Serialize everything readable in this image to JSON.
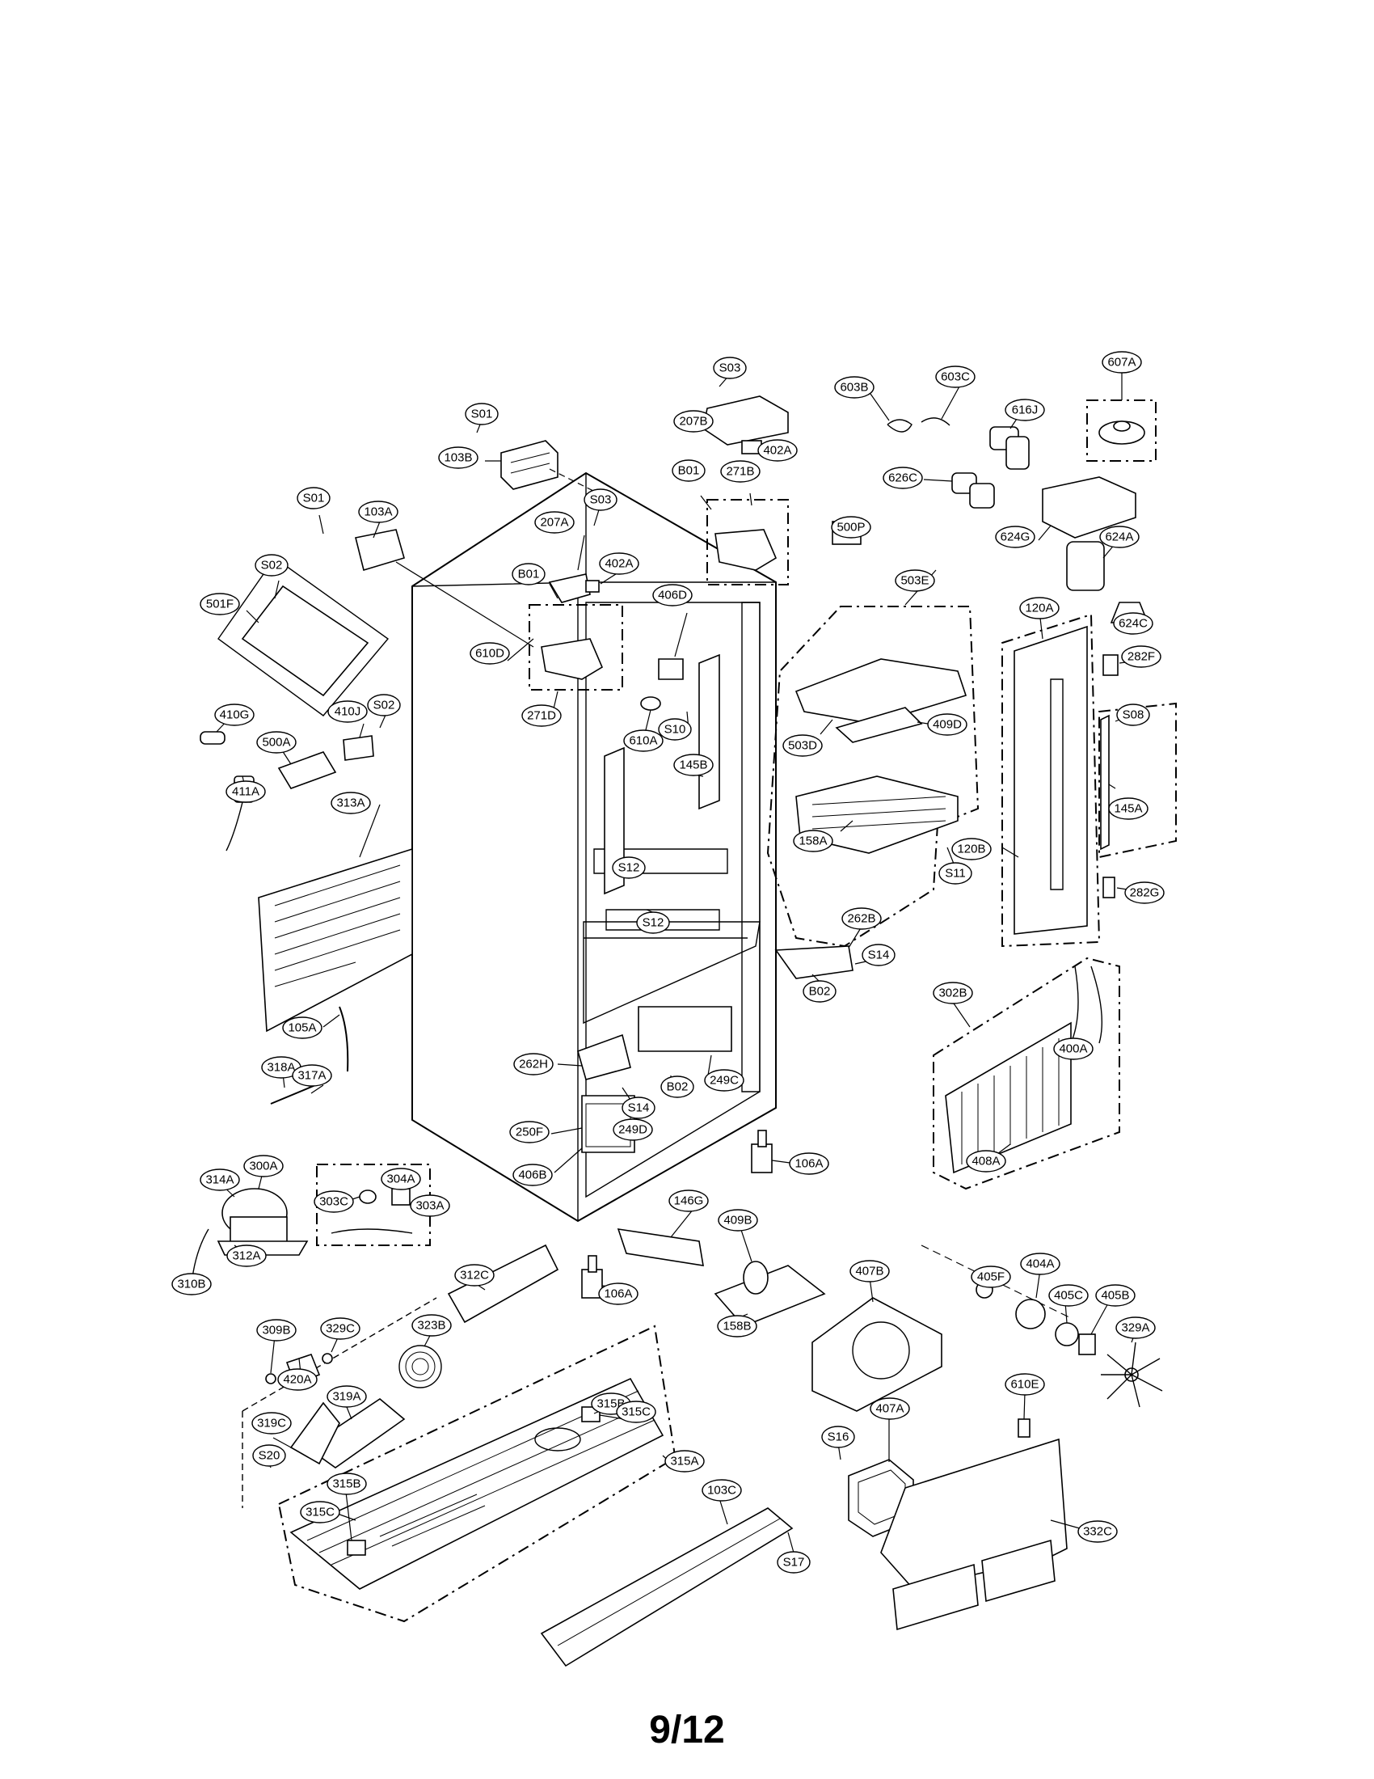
{
  "page_number": "9/12",
  "part_labels": [
    "S01",
    "103B",
    "S03",
    "207B",
    "402A",
    "603B",
    "603C",
    "607A",
    "616J",
    "626C",
    "624G",
    "624A",
    "624C",
    "500P",
    "B01",
    "271B",
    "207A",
    "S03",
    "402A",
    "B01",
    "610D",
    "271D",
    "406D",
    "610A",
    "S10",
    "145B",
    "S12",
    "S12",
    "S01",
    "103A",
    "S02",
    "501F",
    "410G",
    "410J",
    "S02",
    "500A",
    "411A",
    "313A",
    "105A",
    "318A",
    "317A",
    "503E",
    "503D",
    "409D",
    "158A",
    "S11",
    "120A",
    "282F",
    "S08",
    "145A",
    "120B",
    "282G",
    "262B",
    "S14",
    "B02",
    "302B",
    "400A",
    "408A",
    "262H",
    "S14",
    "B02",
    "249C",
    "250F",
    "249D",
    "406B",
    "106A",
    "314A",
    "300A",
    "303C",
    "304A",
    "303A",
    "310B",
    "312A",
    "312C",
    "146G",
    "409B",
    "158B",
    "106A",
    "407B",
    "405F",
    "404A",
    "405C",
    "405B",
    "329A",
    "309B",
    "329C",
    "420A",
    "323B",
    "319A",
    "319C",
    "S20",
    "315B",
    "315C",
    "315A",
    "610E",
    "S16",
    "407A",
    "103C",
    "315C",
    "315B",
    "332C",
    "S17"
  ]
}
